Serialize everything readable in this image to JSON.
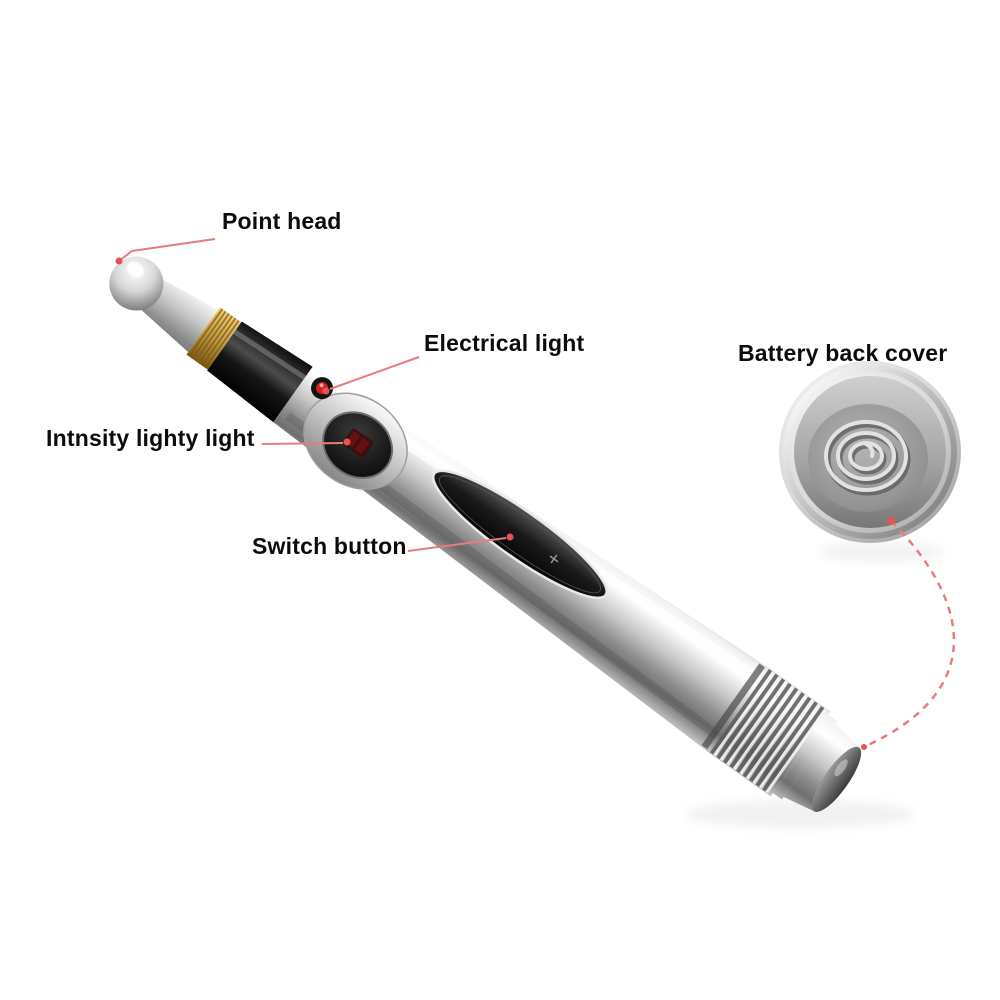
{
  "labels": {
    "point_head": "Point head",
    "electrical_light": "Electrical light",
    "intensity_light": "Intnsity lighty light",
    "switch_button": "Switch button",
    "battery_back_cover": "Battery back cover"
  },
  "pen": {
    "switch_glyph": "+"
  },
  "colors": {
    "background": "#ffffff",
    "label_text": "#0c0c0c",
    "leader_line": "#e87c7c",
    "marker_dot": "#e25555",
    "led_red": "#d42020",
    "gold_collar": "#c9a24a"
  }
}
